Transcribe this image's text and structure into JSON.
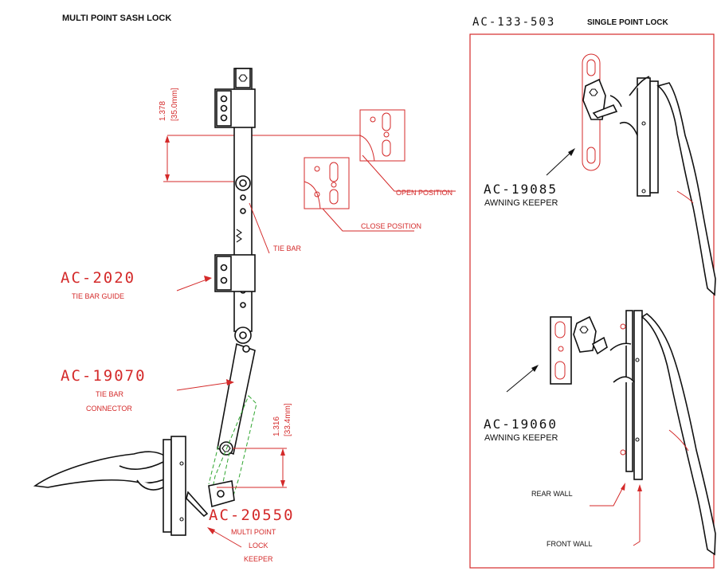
{
  "titles": {
    "left": "MULTI  POINT SASH LOCK",
    "right_part": "AC-133-503",
    "right_desc": "SINGLE POINT LOCK"
  },
  "dimensions": {
    "top_in": "1.378",
    "top_mm": "[35.0mm]",
    "bottom_in": "1.316",
    "bottom_mm": "[33.4mm]"
  },
  "labels": {
    "open_position": "OPEN POSITION",
    "close_position": "CLOSE POSITION",
    "tie_bar": "TIE BAR"
  },
  "parts_left": [
    {
      "code": "AC-2020",
      "desc": [
        "TIE BAR GUIDE"
      ]
    },
    {
      "code": "AC-19070",
      "desc": [
        "TIE BAR",
        "CONNECTOR"
      ]
    },
    {
      "code": "AC-20550",
      "desc": [
        "MULTI POINT",
        "LOCK",
        "KEEPER"
      ]
    }
  ],
  "parts_right": [
    {
      "code": "AC-19085",
      "desc": "AWNING KEEPER"
    },
    {
      "code": "AC-19060",
      "desc": "AWNING KEEPER"
    }
  ],
  "walls": {
    "rear": "REAR WALL",
    "front": "FRONT WALL"
  },
  "colors": {
    "annotation": "#d42a2a",
    "outline": "#111111",
    "hidden_line": "#2fa52f"
  }
}
